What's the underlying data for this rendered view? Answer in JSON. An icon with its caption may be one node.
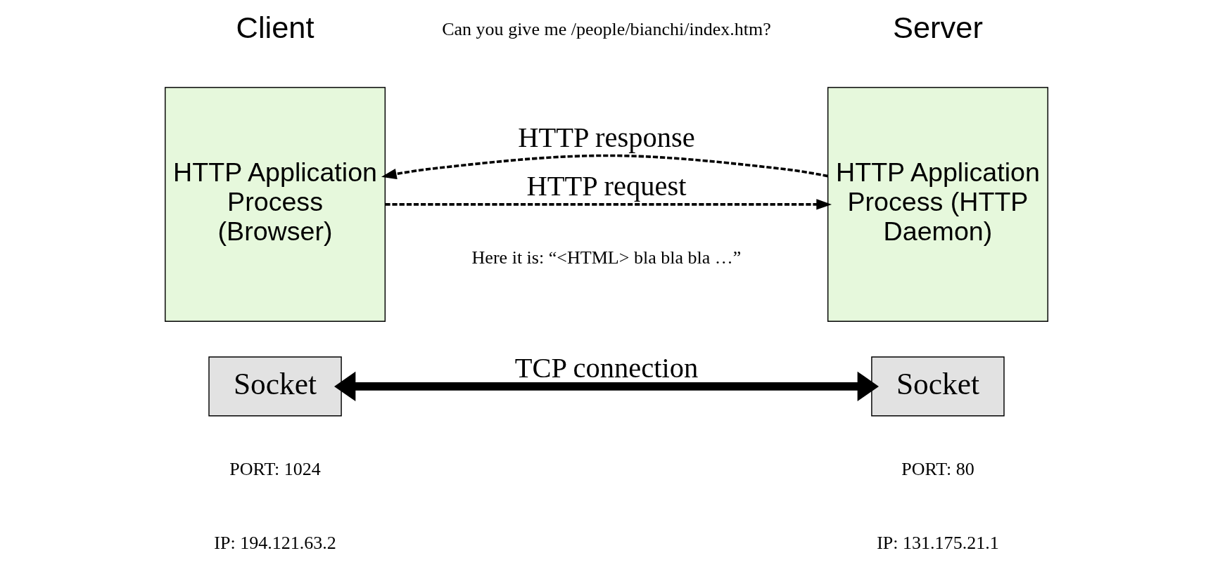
{
  "diagram": {
    "nodes": [
      {
        "text": [
          "HTTP Application Process (Browser)"
        ]
      },
      {
        "text": [
          "Socket"
        ]
      },
      {
        "text": [
          "HTTP Application Process (HTTP Daemon)"
        ]
      },
      {
        "text": [
          "Socket"
        ]
      }
    ],
    "edges": [
      {
        "from": 0,
        "to": 2,
        "arrow": "to",
        "label": "HTTP request",
        "style": "dashed"
      },
      {
        "from": 2,
        "to": 0,
        "arrow": "to",
        "label": "HTTP response",
        "style": "dashed"
      },
      {
        "from": 1,
        "to": 3,
        "arrow": "both",
        "label": "TCP connection",
        "style": "thick"
      }
    ],
    "labels": [
      "Client",
      "Server",
      "Can you give me /people/bianchi/index.htm?",
      "Here it is: “<HTML> bla bla bla …”",
      "PORT: 1024",
      "IP: 194.121.63.2",
      "PORT: 80",
      "IP: 131.175.21.1"
    ]
  }
}
